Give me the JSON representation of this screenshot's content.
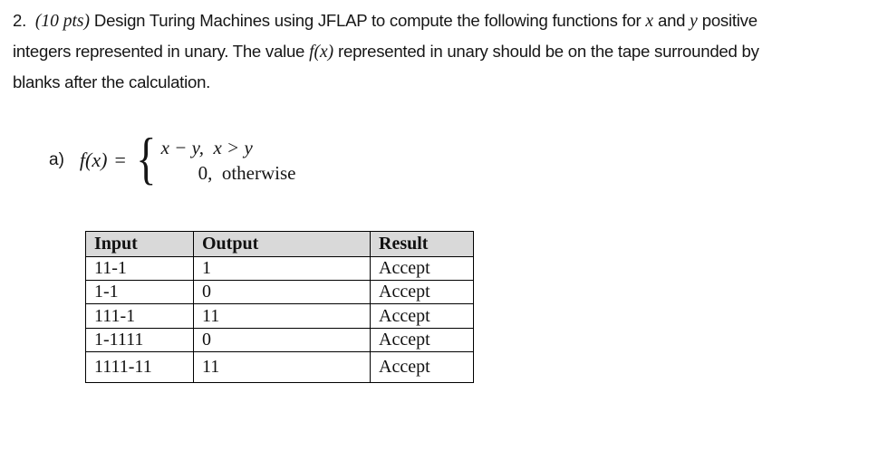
{
  "colors": {
    "page_background": "#ffffff",
    "text": "#161616",
    "table_border": "#000000",
    "table_header_background": "#d9d9d9"
  },
  "problem": {
    "l1": {
      "number": "2.  ",
      "points": "(10 pts)",
      "text_a": " Design Turing Machines using JFLAP to compute the following functions for ",
      "var_x": "x",
      "text_b": " and ",
      "var_y": "y",
      "text_c": " positive"
    },
    "l2": {
      "text_a": "integers represented in unary. The value ",
      "fx": "f(x)",
      "text_b": " represented in unary should be on the tape surrounded by"
    },
    "l3": {
      "text": "blanks after the calculation."
    }
  },
  "formula": {
    "item_label": "a)",
    "lhs": "f(x)",
    "equals": "=",
    "brace": "{",
    "case1": "x − y,  x > y",
    "case2": "0,  otherwise"
  },
  "table": {
    "headers": [
      "Input",
      "Output",
      "Result"
    ],
    "rows": [
      [
        "11-1",
        "1",
        "Accept"
      ],
      [
        "1-1",
        "0",
        "Accept"
      ],
      [
        "111-1",
        "11",
        "Accept"
      ],
      [
        "1-1111",
        "0",
        "Accept"
      ],
      [
        "1111-11",
        "11",
        "Accept"
      ]
    ]
  }
}
